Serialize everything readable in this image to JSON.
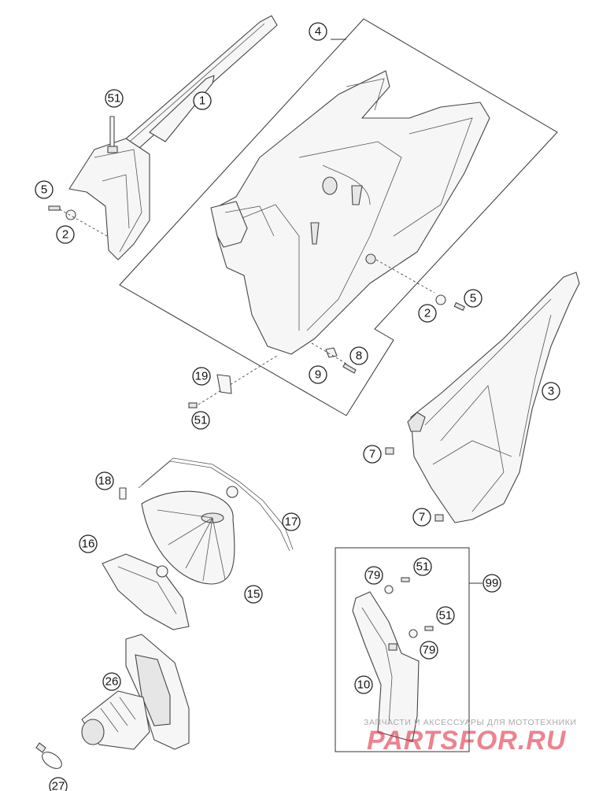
{
  "callouts": [
    {
      "id": "c1",
      "label": "1"
    },
    {
      "id": "c51a",
      "label": "51"
    },
    {
      "id": "c5a",
      "label": "5"
    },
    {
      "id": "c2a",
      "label": "2"
    },
    {
      "id": "c4",
      "label": "4"
    },
    {
      "id": "c2b",
      "label": "2"
    },
    {
      "id": "c5b",
      "label": "5"
    },
    {
      "id": "c8",
      "label": "8"
    },
    {
      "id": "c9",
      "label": "9"
    },
    {
      "id": "c19",
      "label": "19"
    },
    {
      "id": "c51b",
      "label": "51"
    },
    {
      "id": "c3",
      "label": "3"
    },
    {
      "id": "c7a",
      "label": "7"
    },
    {
      "id": "c7b",
      "label": "7"
    },
    {
      "id": "c18",
      "label": "18"
    },
    {
      "id": "c17",
      "label": "17"
    },
    {
      "id": "c16",
      "label": "16"
    },
    {
      "id": "c15",
      "label": "15"
    },
    {
      "id": "c99",
      "label": "99"
    },
    {
      "id": "c79a",
      "label": "79"
    },
    {
      "id": "c51c",
      "label": "51"
    },
    {
      "id": "c51d",
      "label": "51"
    },
    {
      "id": "c79b",
      "label": "79"
    },
    {
      "id": "c10",
      "label": "10"
    },
    {
      "id": "c26",
      "label": "26"
    },
    {
      "id": "c27",
      "label": "27"
    }
  ],
  "watermark": {
    "caption": "ЗАПЧАСТИ И АКСЕССУАРЫ ДЛЯ МОТОТЕХНИКИ",
    "logo": "PARTSFOR.RU",
    "logo_color": "#de1e32"
  }
}
